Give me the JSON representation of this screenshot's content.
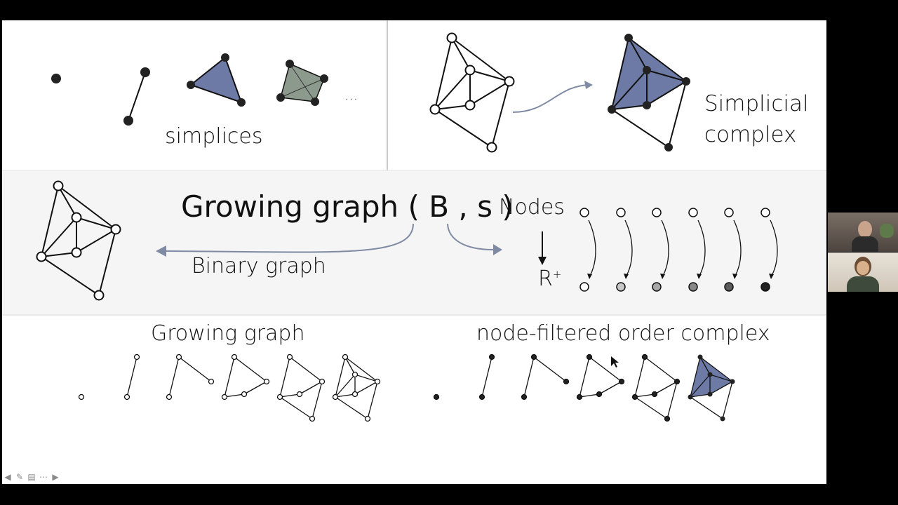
{
  "slide": {
    "top_left": {
      "label": "simplices",
      "ellipsis": "..."
    },
    "top_right": {
      "label_line1": "Simplicial",
      "label_line2": "complex"
    },
    "middle": {
      "title": "Growing graph ( B , s )",
      "left_label": "Binary graph",
      "nodes_label": "Nodes",
      "r_label": "R",
      "r_superscript": "+"
    },
    "bottom": {
      "left_label": "Growing graph",
      "right_label": "node-filtered order complex"
    }
  },
  "colors": {
    "simplex_fill": "#6d7aa6",
    "simplex_fill_gray": "#8c9a8e",
    "node_dark": "#222222",
    "arrow": "#7f8aa3",
    "band_mid": "#f5f5f5"
  },
  "controls": [
    "prev-icon",
    "pen-icon",
    "menu-icon",
    "more-icon",
    "next-icon"
  ]
}
